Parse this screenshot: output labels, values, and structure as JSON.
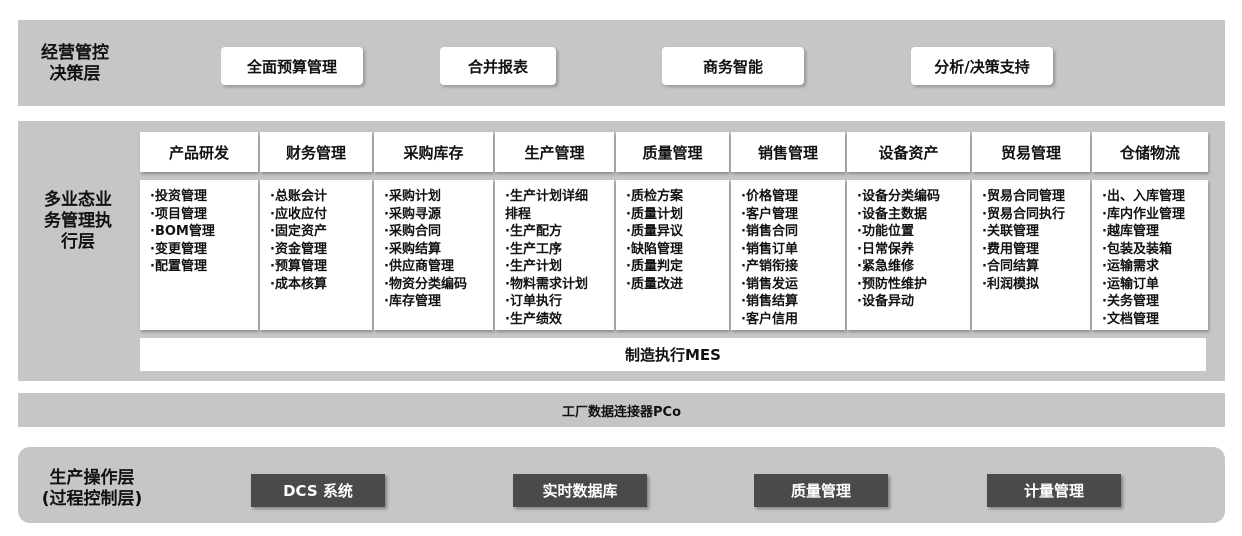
{
  "top_layer": {
    "title_line1": "经营管控",
    "title_line2": "决策层",
    "boxes": [
      "全面预算管理",
      "合并报表",
      "商务智能",
      "分析/决策支持"
    ]
  },
  "middle_layer": {
    "title_line1": "多业态业",
    "title_line2": "务管理执",
    "title_line3": "行层",
    "columns": [
      {
        "name": "产品研发",
        "items": [
          "·投资管理",
          "·项目管理",
          "·BOM管理",
          "·变更管理",
          "·配置管理"
        ]
      },
      {
        "name": "财务管理",
        "items": [
          "·总账会计",
          "·应收应付",
          "·固定资产",
          "·资金管理",
          "·预算管理",
          "·成本核算"
        ]
      },
      {
        "name": "采购库存",
        "items": [
          "·采购计划",
          "·采购寻源",
          "·采购合同",
          "·采购结算",
          "·供应商管理",
          "·物资分类编码",
          "·库存管理"
        ]
      },
      {
        "name": "生产管理",
        "items": [
          "·生产计划详细",
          "排程",
          "·生产配方",
          "·生产工序",
          "·生产计划",
          "·物料需求计划",
          "·订单执行",
          "·生产绩效"
        ]
      },
      {
        "name": "质量管理",
        "items": [
          "·质检方案",
          "·质量计划",
          "·质量异议",
          "·缺陷管理",
          "·质量判定",
          "·质量改进"
        ]
      },
      {
        "name": "销售管理",
        "items": [
          "·价格管理",
          "·客户管理",
          "·销售合同",
          "·销售订单",
          "·产销衔接",
          "·销售发运",
          "·销售结算",
          "·客户信用"
        ]
      },
      {
        "name": "设备资产",
        "items": [
          "·设备分类编码",
          "·设备主数据",
          "·功能位置",
          "·日常保养",
          "·紧急维修",
          "·预防性维护",
          "·设备异动"
        ]
      },
      {
        "name": "贸易管理",
        "items": [
          "·贸易合同管理",
          "·贸易合同执行",
          "·关联管理",
          "·费用管理",
          "·合同结算",
          "·利润模拟"
        ]
      },
      {
        "name": "仓储物流",
        "items": [
          "·出、入库管理",
          "·库内作业管理",
          "·越库管理",
          "·包装及装箱",
          "·运输需求",
          "·运输订单",
          "·关务管理",
          "·文档管理"
        ]
      }
    ],
    "mes_label": "制造执行MES"
  },
  "connector_label": "工厂数据连接器PCo",
  "bottom_layer": {
    "title_line1": "生产操作层",
    "title_line2": "(过程控制层)",
    "boxes": [
      "DCS 系统",
      "实时数据库",
      "质量管理",
      "计量管理"
    ]
  }
}
